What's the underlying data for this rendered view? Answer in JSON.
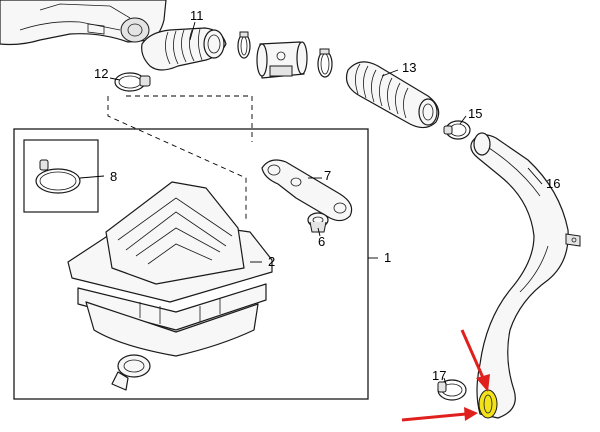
{
  "labels": {
    "p1": "1",
    "p2": "2",
    "p6": "6",
    "p7": "7",
    "p8": "8",
    "p11": "11",
    "p12": "12",
    "p13": "13",
    "p15": "15",
    "p16": "16",
    "p17": "17"
  },
  "colors": {
    "arrow": "#e0201c",
    "highlight": "#f2e21a",
    "line": "#1a1a1a",
    "background": "#ffffff"
  }
}
